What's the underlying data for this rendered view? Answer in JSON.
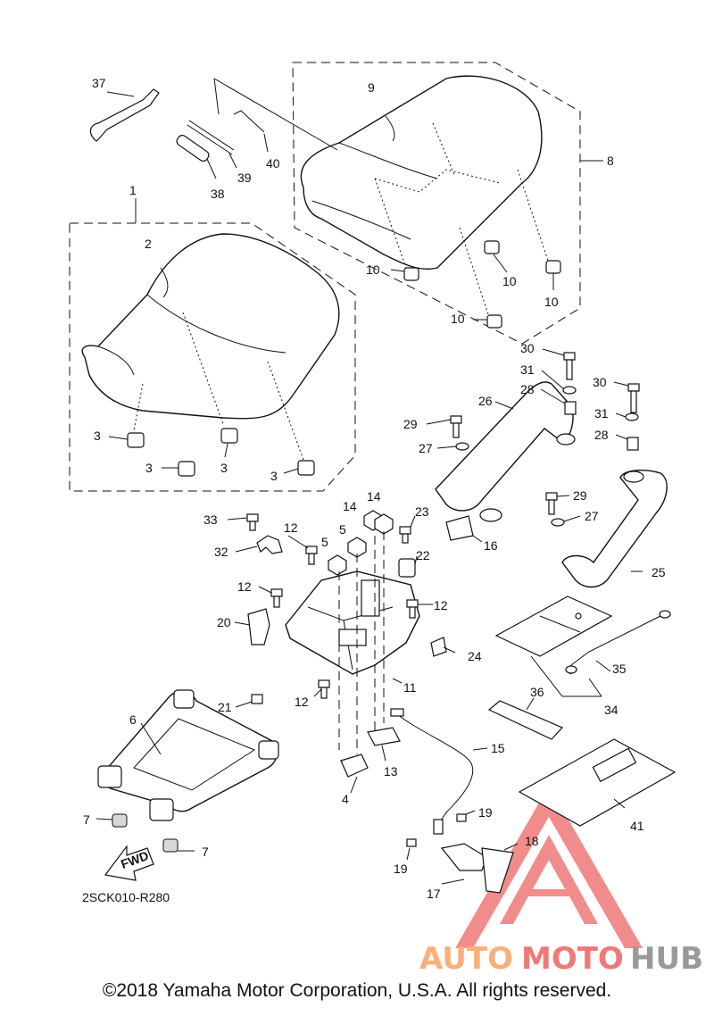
{
  "labels": {
    "l1": "1",
    "l2": "2",
    "l3a": "3",
    "l3b": "3",
    "l3c": "3",
    "l3d": "3",
    "l4": "4",
    "l5a": "5",
    "l5b": "5",
    "l6": "6",
    "l7a": "7",
    "l7b": "7",
    "l8": "8",
    "l9": "9",
    "l10a": "10",
    "l10b": "10",
    "l10c": "10",
    "l10d": "10",
    "l11": "11",
    "l12a": "12",
    "l12b": "12",
    "l12c": "12",
    "l12d": "12",
    "l13": "13",
    "l14a": "14",
    "l14b": "14",
    "l15": "15",
    "l16": "16",
    "l17": "17",
    "l18": "18",
    "l19a": "19",
    "l19b": "19",
    "l20": "20",
    "l21": "21",
    "l22": "22",
    "l23": "23",
    "l24": "24",
    "l25": "25",
    "l26": "26",
    "l27a": "27",
    "l27b": "27",
    "l28a": "28",
    "l28b": "28",
    "l29a": "29",
    "l29b": "29",
    "l30a": "30",
    "l30b": "30",
    "l31a": "31",
    "l31b": "31",
    "l32": "32",
    "l33": "33",
    "l34": "34",
    "l35": "35",
    "l36": "36",
    "l37": "37",
    "l38": "38",
    "l39": "39",
    "l40": "40",
    "l41": "41"
  },
  "fwd_label": "FWD",
  "diagram_code": "2SCK010-R280",
  "watermark": {
    "auto": "AUTO",
    "moto": "MOTO",
    "hub": "HUB"
  },
  "copyright": "©2018 Yamaha Motor Corporation, U.S.A. All rights reserved.",
  "colors": {
    "watermark_red": "#ee7a78",
    "watermark_orange": "#f7b07a",
    "watermark_gray": "#9a9a9a"
  }
}
